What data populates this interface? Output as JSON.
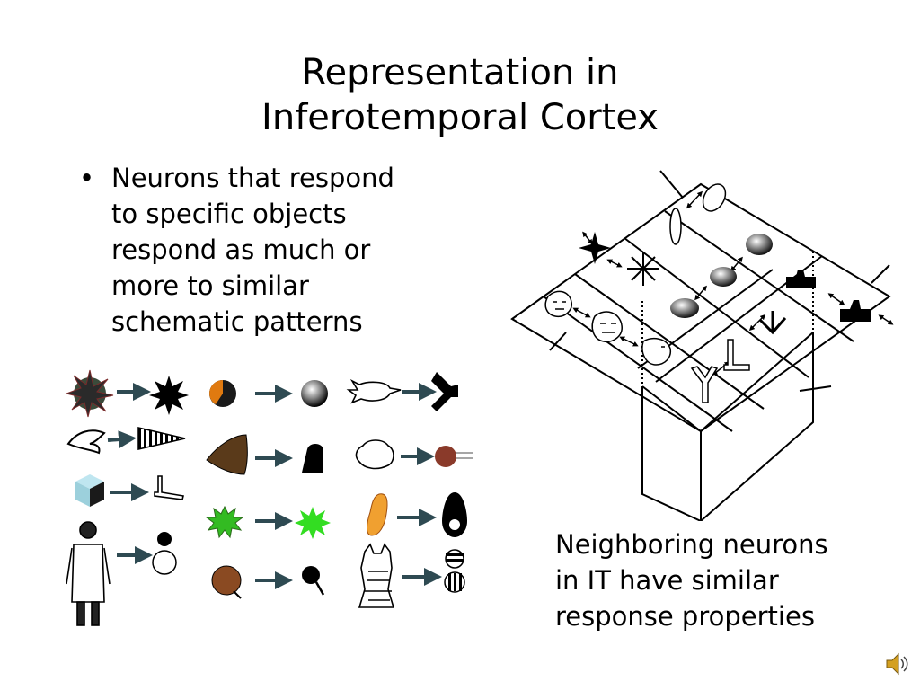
{
  "slide": {
    "title_lines": [
      "Representation in",
      "Inferotemporal Cortex"
    ],
    "bullet_symbol": "•",
    "bullet_lines": [
      "Neurons that respond",
      "to specific objects",
      "respond as much or",
      "more to similar",
      "schematic patterns"
    ],
    "caption_lines": [
      "Neighboring neurons",
      "in IT have similar",
      "response properties"
    ]
  },
  "colors": {
    "arrow": "#2e4a52",
    "ink": "#000000",
    "orange": "#e07a10",
    "green": "#33bb22",
    "brown": "#8a4a22"
  },
  "icons": {
    "audio": "speaker-icon"
  }
}
